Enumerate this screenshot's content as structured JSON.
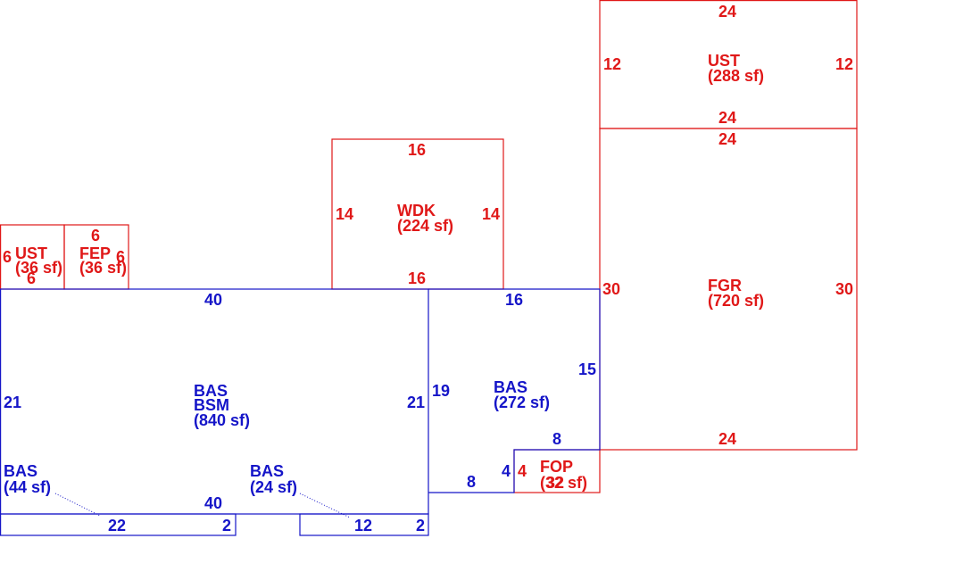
{
  "colors": {
    "living": "#1515c8",
    "other": "#e01818"
  },
  "areas": {
    "ust_top": {
      "code": "UST",
      "area": "(288 sf)",
      "color": "other"
    },
    "fgr": {
      "code": "FGR",
      "area": "(720 sf)",
      "color": "other"
    },
    "wdk": {
      "code": "WDK",
      "area": "(224 sf)",
      "color": "other"
    },
    "ust_small": {
      "code": "UST",
      "area": "(36 sf)",
      "color": "other"
    },
    "fep": {
      "code": "FEP",
      "area": "(36 sf)",
      "color": "other"
    },
    "bas_main": {
      "code": "BAS",
      "code2": "BSM",
      "area": "(840 sf)",
      "color": "living"
    },
    "bas_272": {
      "code": "BAS",
      "area": "(272 sf)",
      "color": "living"
    },
    "fop": {
      "code": "FOP",
      "area": "(32 sf)",
      "color": "other"
    },
    "bas_44": {
      "code": "BAS",
      "area": "(44 sf)",
      "color": "living"
    },
    "bas_24": {
      "code": "BAS",
      "area": "(24 sf)",
      "color": "living"
    }
  },
  "dimensions": {
    "ust_top_top": "24",
    "ust_top_left": "12",
    "ust_top_right": "12",
    "ust_top_bottom": "24",
    "fgr_top": "24",
    "fgr_left": "30",
    "fgr_right": "30",
    "fgr_bottom": "24",
    "wdk_top": "16",
    "wdk_left": "14",
    "wdk_right": "14",
    "wdk_bottom": "16",
    "ust_small_left": "6",
    "ust_small_bottom": "6",
    "fep_top": "6",
    "fep_right": "6",
    "bas_main_top": "40",
    "bas_main_left": "21",
    "bas_main_right": "21",
    "bas_main_bottom": "40",
    "bas_272_top": "16",
    "bas_272_left": "19",
    "bas_272_right": "15",
    "bas_272_bottom": "8",
    "bas_272_step": "4",
    "fop_top": "8",
    "fop_left": "4",
    "fop_bottom": "32",
    "bas_44_bottom": "22",
    "bas_44_right": "2",
    "bas_24_bottom": "12",
    "bas_24_right": "2"
  }
}
